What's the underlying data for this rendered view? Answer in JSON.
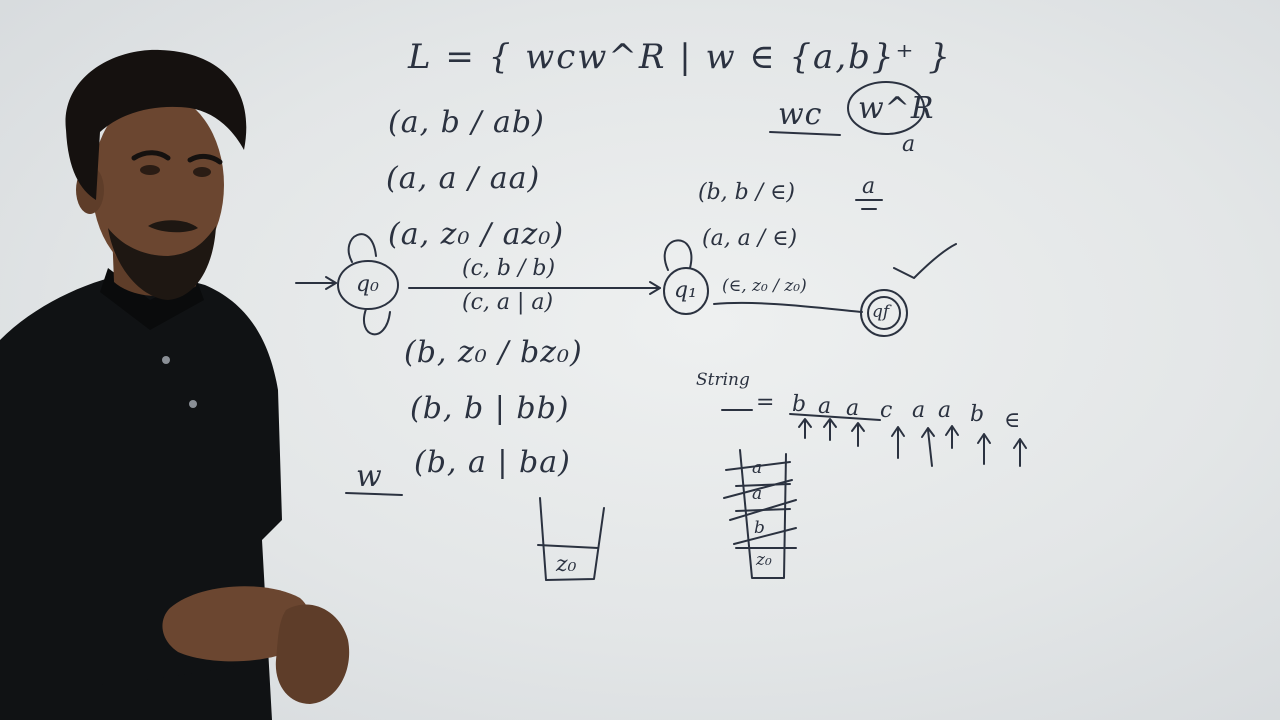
{
  "whiteboard": {
    "language_definition": "L = { wcw^R | w ∈ {a,b}⁺ }",
    "split_top": "wc",
    "split_circled": "w^R",
    "split_note": "a",
    "q0_transitions_above": [
      "(a, b / ab)",
      "(a, a / aa)",
      "(a, z₀ / az₀)"
    ],
    "q0_transitions_below": [
      "(b, z₀ / bz₀)",
      "(b, b | bb)",
      "(b, a | ba)"
    ],
    "q0_to_q1": [
      "(c, b / b)",
      "(c, a | a)"
    ],
    "q1_transitions": [
      "(b, b / ∈)",
      "(a, a / ∈)"
    ],
    "q1_side_note": "a",
    "q1_to_qf": "(∈, z₀ / z₀)",
    "states": [
      "q₀",
      "q₁",
      "qf"
    ],
    "w_label": "w",
    "string_label": "String",
    "string_symbols": [
      "b",
      "a",
      "a",
      "c",
      "a",
      "a",
      "b",
      "∈"
    ],
    "stack_left": [
      "z₀"
    ],
    "stack_right": [
      "a",
      "a",
      "b",
      "z₀"
    ]
  },
  "colors": {
    "board": "#e6e9ea",
    "ink": "#2b3240",
    "shirt": "#101214",
    "skin": "#6b4630",
    "hair": "#15110f"
  }
}
